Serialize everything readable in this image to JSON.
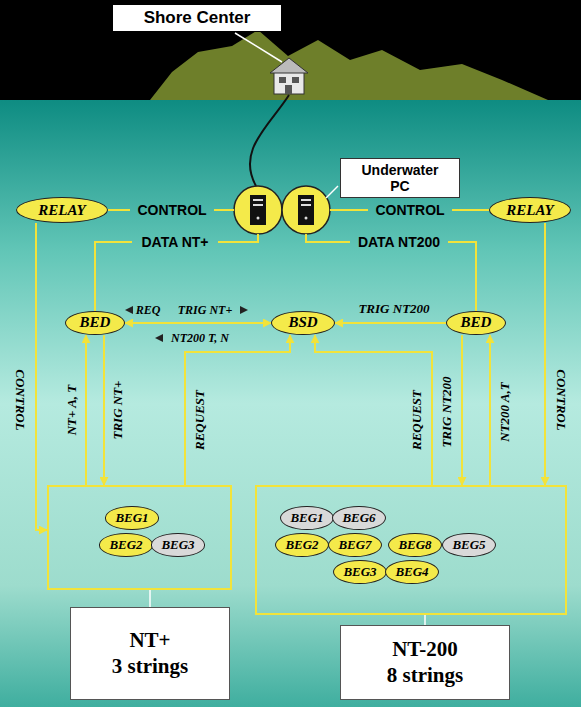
{
  "diagram": {
    "nodes": [
      {
        "text": [
          "Shore Center"
        ]
      },
      {
        "text": [
          "Underwater PC"
        ]
      },
      {
        "text": [
          "RELAY"
        ]
      },
      {
        "text": [
          "RELAY"
        ]
      },
      {
        "text": [
          "BED"
        ]
      },
      {
        "text": [
          "BSD"
        ]
      },
      {
        "text": [
          "BED"
        ]
      },
      {
        "text": [
          "NT+",
          "3 strings"
        ]
      },
      {
        "text": [
          "BEG1"
        ],
        "in": 7
      },
      {
        "text": [
          "BEG2"
        ],
        "in": 7
      },
      {
        "text": [
          "BEG3"
        ],
        "in": 7
      },
      {
        "text": [
          "NT-200",
          "8 strings"
        ]
      },
      {
        "text": [
          "BEG1"
        ],
        "in": 11
      },
      {
        "text": [
          "BEG6"
        ],
        "in": 11
      },
      {
        "text": [
          "BEG2"
        ],
        "in": 11
      },
      {
        "text": [
          "BEG7"
        ],
        "in": 11
      },
      {
        "text": [
          "BEG8"
        ],
        "in": 11
      },
      {
        "text": [
          "BEG5"
        ],
        "in": 11
      },
      {
        "text": [
          "BEG3"
        ],
        "in": 11
      },
      {
        "text": [
          "BEG4"
        ],
        "in": 11
      }
    ],
    "edges": [
      {
        "from": 2,
        "to": 7,
        "label": "CONTROL",
        "arrow": "to"
      },
      {
        "from": 3,
        "to": 11,
        "label": "CONTROL",
        "arrow": "to"
      },
      {
        "from": 7,
        "to": 4,
        "label": "NT+ A, T",
        "arrow": "to"
      },
      {
        "from": 4,
        "to": 7,
        "label": "TRIG NT+",
        "arrow": "to"
      },
      {
        "from": 7,
        "to": 5,
        "label": "REQUEST",
        "arrow": "to"
      },
      {
        "from": 4,
        "to": 5,
        "arrow": "both"
      },
      {
        "from": 6,
        "to": 5,
        "label": "TRIG NT200",
        "arrow": "to"
      },
      {
        "from": 6,
        "to": 11,
        "label": "TRIG NT200",
        "arrow": "to"
      },
      {
        "from": 11,
        "to": 5,
        "label": "REQUEST",
        "arrow": "to"
      },
      {
        "from": 11,
        "to": 6,
        "label": "NT200 A,T",
        "arrow": "to"
      }
    ],
    "labels": [
      "CONTROL",
      "CONTROL",
      "DATA NT+",
      "DATA NT200",
      "REQ",
      "TRIG NT+",
      "NT200 T, N"
    ]
  }
}
